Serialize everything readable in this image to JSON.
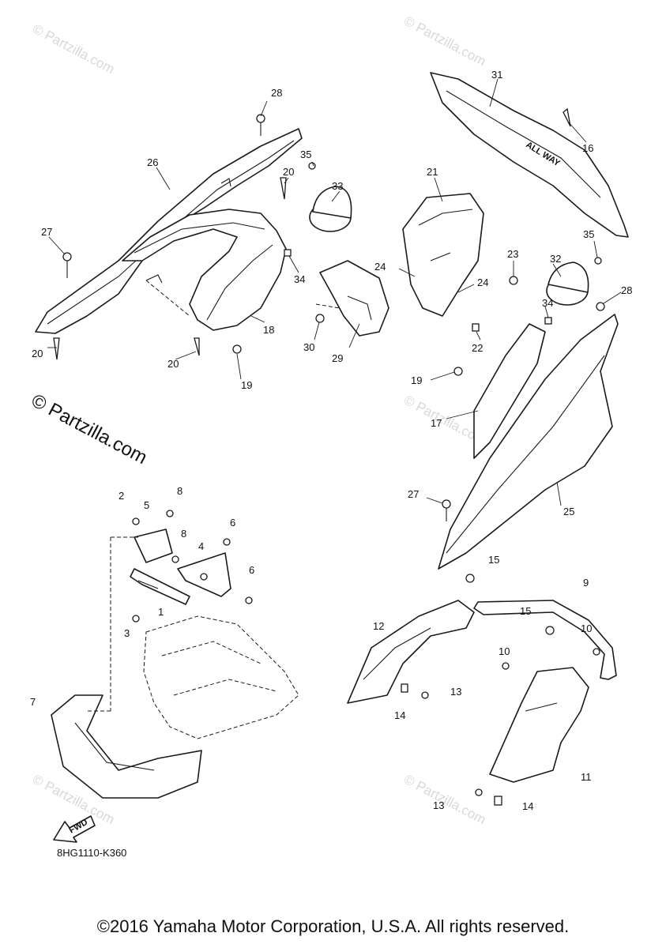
{
  "diagram_code": "8HG1110-K360",
  "copyright": "©2016 Yamaha Motor Corporation, U.S.A. All rights reserved.",
  "watermark": "© Partzilla.com",
  "fwd_label": "FWD",
  "callouts": {
    "c1": "1",
    "c2": "2",
    "c3": "3",
    "c4": "4",
    "c5": "5",
    "c6a": "6",
    "c6b": "6",
    "c7": "7",
    "c8a": "8",
    "c8b": "8",
    "c9": "9",
    "c10a": "10",
    "c10b": "10",
    "c11": "11",
    "c12": "12",
    "c13a": "13",
    "c13b": "13",
    "c14a": "14",
    "c14b": "14",
    "c15a": "15",
    "c15b": "15",
    "c16": "16",
    "c17": "17",
    "c18": "18",
    "c19a": "19",
    "c19b": "19",
    "c20a": "20",
    "c20b": "20",
    "c20c": "20",
    "c21": "21",
    "c22": "22",
    "c23": "23",
    "c24a": "24",
    "c24b": "24",
    "c25": "25",
    "c26": "26",
    "c27a": "27",
    "c27b": "27",
    "c28a": "28",
    "c28b": "28",
    "c29": "29",
    "c30": "30",
    "c31": "31",
    "c32": "32",
    "c33": "33",
    "c34a": "34",
    "c34b": "34",
    "c35a": "35",
    "c35b": "35"
  }
}
